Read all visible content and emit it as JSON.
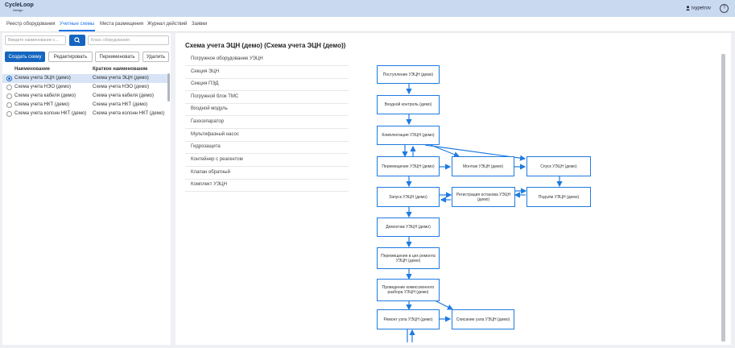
{
  "app": {
    "logo_line1": "CycleLoop",
    "logo_line2": "Design",
    "user": "ivypetrov",
    "help_glyph": "?"
  },
  "nav": {
    "tabs": [
      "Реестр оборудования",
      "Учетные схемы",
      "Места размещения",
      "Журнал действий",
      "Заявки"
    ],
    "active": "Учетные схемы"
  },
  "left": {
    "search_placeholder": "Введите наименование с...",
    "search2_placeholder": "Класс оборудования",
    "buttons": {
      "create": "Создать схему",
      "edit": "Редактировать",
      "rename": "Переименовать",
      "delete": "Удалить"
    },
    "headers": {
      "name": "Наименование",
      "short": "Краткое наименование"
    },
    "rows": [
      {
        "name": "Схема учета ЭЦН (демо)",
        "short": "Схема учета ЭЦН (демо)",
        "selected": true
      },
      {
        "name": "Схема учета НЭО (демо)",
        "short": "Схема учета НЭО (демо)",
        "selected": false
      },
      {
        "name": "Схема учета кабеля (демо)",
        "short": "Схема учета кабеля (демо)",
        "selected": false
      },
      {
        "name": "Схема учета НКТ (демо)",
        "short": "Схема учета НКТ (демо)",
        "selected": false
      },
      {
        "name": "Схема учета колонн НКТ (демо)",
        "short": "Схема учета колонн НКТ (демо)",
        "selected": false
      }
    ]
  },
  "main": {
    "title": "Схема учета ЭЦН (демо) (Схема учета ЭЦН (демо))",
    "equipment": [
      "Погружное оборудование УЭЦН",
      "Секция ЭЦН",
      "Секция ПЭД",
      "Погружной блок ТМС",
      "Входной модуль",
      "Газосепаратор",
      "Мультифазный насос",
      "Гидрозащита",
      "Контейнер с реагентом",
      "Клапан обратный",
      "Комплект УЭЦН"
    ],
    "nodes": {
      "n1": "Поступление УЭЦН (демо)",
      "n2": "Входной контроль (демо)",
      "n3": "Комплектация УЭЦН (демо)",
      "n4": "Перемещение УЭЦН (демо)",
      "n5": "Монтаж УЭЦН (демо)",
      "n6": "Спуск УЭЦН (демо)",
      "n7": "Запуск УЭЦН (демо)",
      "n8": "Регистрация останова УЭЦН (демо)",
      "n9": "Подъём УЭЦН (демо)",
      "n10": "Демонтаж УЭЦН (демо)",
      "n11": "Перемещение в цех ремонта УЭЦН (демо)",
      "n12": "Проведение комиссионного разбора УЭЦН (демо)",
      "n13": "Ремонт узла УЭЦН (демо)",
      "n14": "Списание узла УЭЦН (демо)"
    }
  },
  "colors": {
    "accent": "#1565c0",
    "edge": "#1e7be0",
    "topbar": "#c9daf0"
  },
  "icons": {
    "user": "user-icon",
    "search": "search-icon",
    "help": "help-icon"
  }
}
